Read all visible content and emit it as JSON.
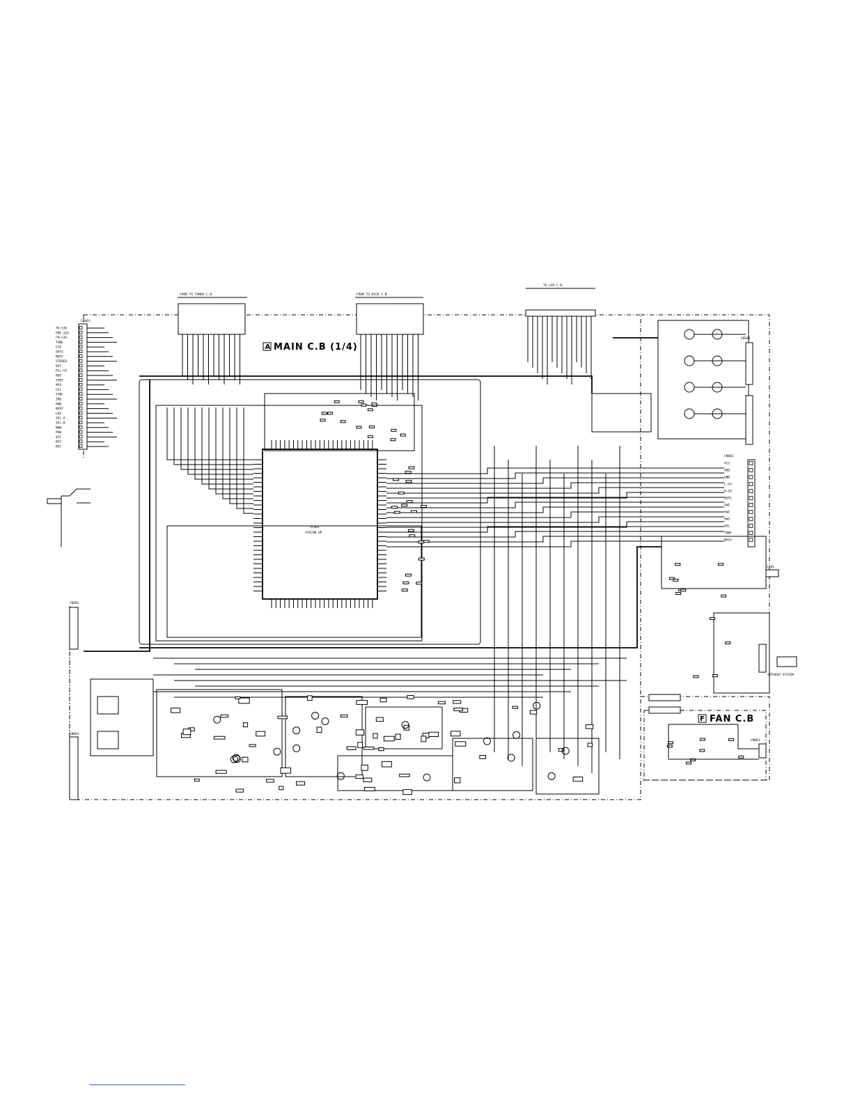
{
  "board": {
    "main_title": "MAIN C.B (1/4)",
    "main_tag": "A",
    "fan_title": "FAN C.B",
    "fan_tag": "F"
  },
  "ic": {
    "ref": "IC401",
    "function": "SYSCON UP"
  },
  "headers": {
    "tuner": "FROM TO TUNER C.B",
    "deck": "FROM TO DECK C.B",
    "led": "TO LED C.B",
    "jack": "J101",
    "speaker": "SPEAKER SYSTEM"
  },
  "connectors": {
    "left_top": "CN401",
    "left_mid": "CN403",
    "left_bottom": "CN901",
    "right_top": "CN501",
    "right_mid": "CN601",
    "fan": "CN801"
  },
  "left_signals": [
    "TO-SIG",
    "PRE-SIG",
    "FM-SIG",
    "TUNE",
    "CLK",
    "DATA",
    "MUTE",
    "STEREO",
    "DET",
    "PLL-CE",
    "RDS",
    "STBY",
    "MCU",
    "CE1",
    "SYNC",
    "IRQ",
    "PWR",
    "BUSY",
    "LED",
    "SEL-A",
    "SEL-B",
    "MON",
    "POW",
    "VCC",
    "KEY",
    "REC"
  ],
  "right_signals": [
    "VCC",
    "VDD",
    "GND",
    "L-CH",
    "R-CH",
    "MUTE",
    "SW1",
    "SW2",
    "SW3",
    "VOL",
    "TONE",
    "BASS"
  ]
}
